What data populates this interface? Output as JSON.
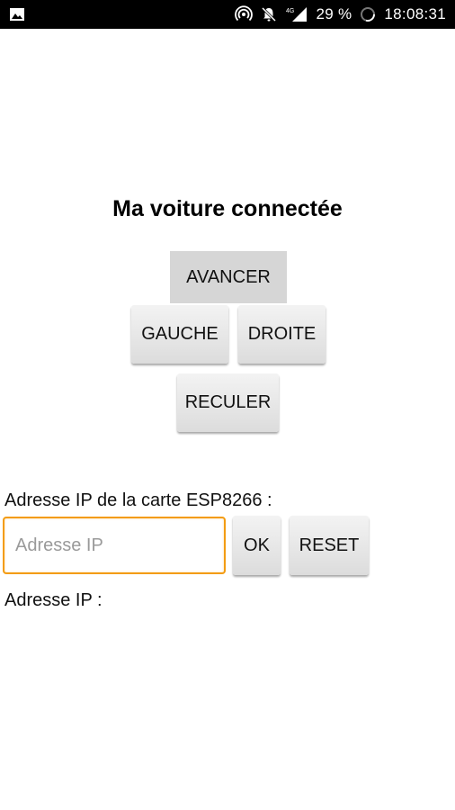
{
  "status_bar": {
    "battery": "29 %",
    "time": "18:08:31",
    "network_type": "4G",
    "icons": [
      "image-icon",
      "hotspot-icon",
      "notifications-off-icon",
      "signal-icon",
      "battery-icon"
    ]
  },
  "app": {
    "title": "Ma voiture connectée"
  },
  "controls": {
    "forward": "AVANCER",
    "left": "GAUCHE",
    "right": "DROITE",
    "backward": "RECULER"
  },
  "ip_form": {
    "card_label": "Adresse IP de la carte ESP8266 :",
    "input_placeholder": "Adresse IP",
    "input_value": "",
    "ok_label": "OK",
    "reset_label": "RESET",
    "ip_label": "Adresse IP :"
  },
  "colors": {
    "accent": "#f39c12",
    "status_bar_bg": "#000000",
    "button_bg": "#e0e0e0"
  }
}
